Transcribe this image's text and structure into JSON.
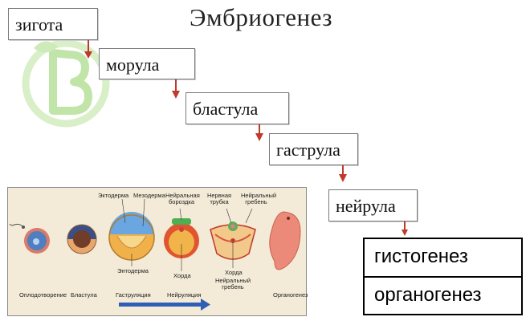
{
  "title": "Эмбриогенез",
  "stages": [
    "зигота",
    "морула",
    "бластула",
    "гаструла",
    "нейрула"
  ],
  "final_stages": [
    "гистогенез",
    "органогенез"
  ],
  "illustration": {
    "top_labels": [
      "Эктодерма",
      "Мезодерма",
      "Нейральная бороздка",
      "Нервная трубка",
      "Нейральный гребень"
    ],
    "bottom_labels": [
      "Энтодерма",
      "Хорда",
      "Хорда",
      "Нейральный гребень"
    ],
    "stage_labels": [
      "Оплодотворение",
      "Бластула",
      "Гаструляция",
      "Нейруляция",
      "Органогенез"
    ]
  },
  "colors": {
    "arrow": "#c0392b",
    "box_border": "#7a7a7a",
    "panel_bg": "#f3ebd7",
    "progress_arrow": "#2f5fb5",
    "watermark": "#9fd27a"
  }
}
